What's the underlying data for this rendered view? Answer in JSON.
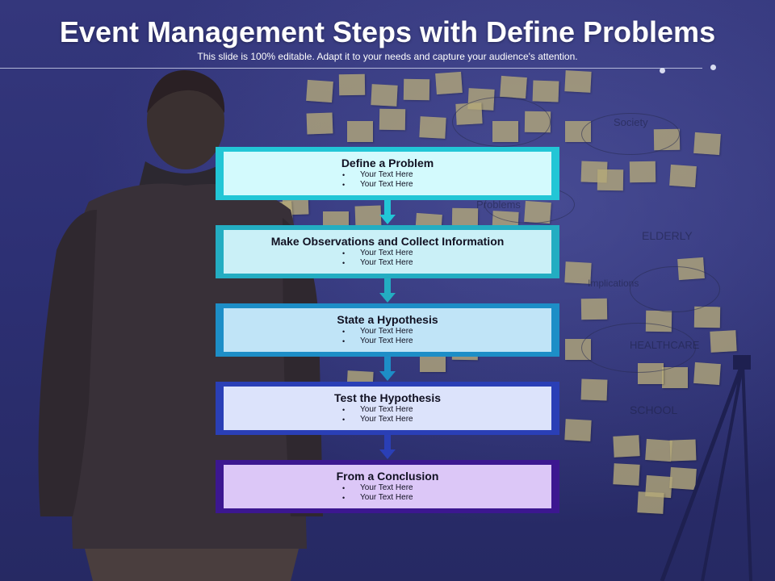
{
  "header": {
    "title": "Event Management Steps with Define Problems",
    "subtitle": "This slide is 100% editable. Adapt it to your needs and capture your audience's attention."
  },
  "steps": [
    {
      "title": "Define a Problem",
      "bullets": [
        "Your Text Here",
        "Your Text Here"
      ],
      "outer_color": "#22c6d6",
      "inner_color": "#d3fafd"
    },
    {
      "title": "Make Observations and Collect Information",
      "bullets": [
        "Your Text Here",
        "Your Text Here"
      ],
      "outer_color": "#23adc2",
      "inner_color": "#caf0f7"
    },
    {
      "title": "State a Hypothesis",
      "bullets": [
        "Your Text Here",
        "Your Text Here"
      ],
      "outer_color": "#1d8ec7",
      "inner_color": "#c0e4f7"
    },
    {
      "title": "Test the Hypothesis",
      "bullets": [
        "Your Text Here",
        "Your Text Here"
      ],
      "outer_color": "#2a3fb6",
      "inner_color": "#dce3fb"
    },
    {
      "title": "From a Conclusion",
      "bullets": [
        "Your Text Here",
        "Your Text Here"
      ],
      "outer_color": "#3c1790",
      "inner_color": "#dcc7f7"
    }
  ],
  "arrow_colors": [
    "#22c6d6",
    "#23adc2",
    "#1d8ec7",
    "#2a3fb6"
  ],
  "wall_labels": [
    "Society",
    "Problems",
    "ELDERLY",
    "Implications",
    "HEALTHCARE",
    "SCHOOL"
  ]
}
